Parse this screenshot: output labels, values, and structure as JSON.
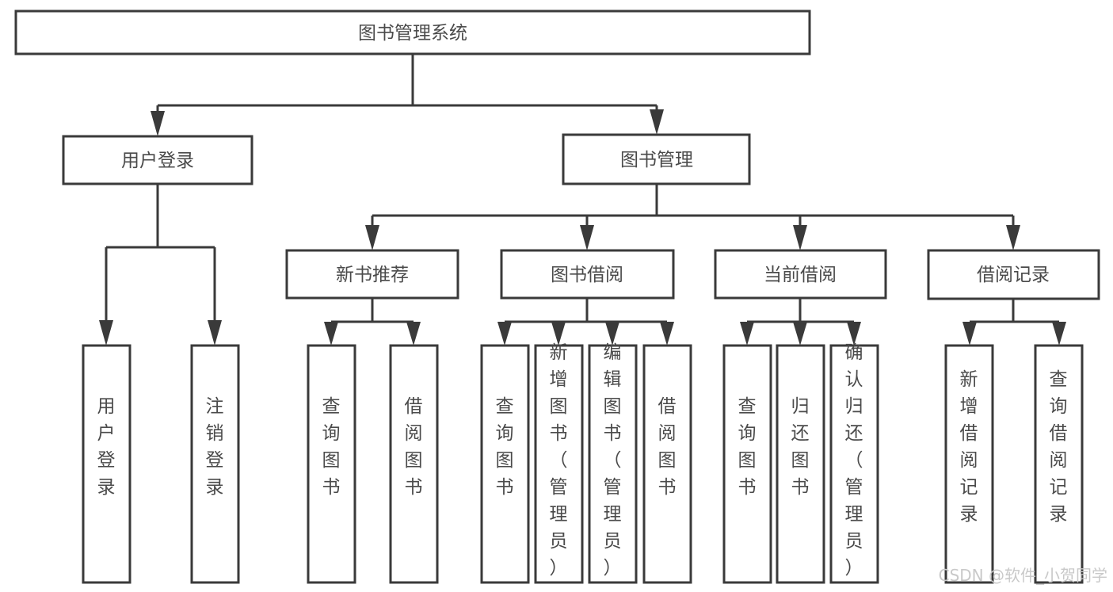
{
  "diagram": {
    "type": "tree-hierarchy-chart",
    "title": "图书管理系统",
    "root": {
      "id": "root",
      "label": "图书管理系统"
    },
    "level1": [
      {
        "id": "user-login",
        "label": "用户登录"
      },
      {
        "id": "book-management",
        "label": "图书管理"
      }
    ],
    "level2": [
      {
        "id": "new-book-recommend",
        "label": "新书推荐",
        "parent": "book-management"
      },
      {
        "id": "book-borrow",
        "label": "图书借阅",
        "parent": "book-management"
      },
      {
        "id": "current-borrow",
        "label": "当前借阅",
        "parent": "book-management"
      },
      {
        "id": "borrow-record",
        "label": "借阅记录",
        "parent": "book-management"
      }
    ],
    "leaves": {
      "user-login": [
        {
          "id": "leaf-user-login",
          "label": "用户登录"
        },
        {
          "id": "leaf-logout-login",
          "label": "注销登录"
        }
      ],
      "new-book-recommend": [
        {
          "id": "leaf-query-book-1",
          "label": "查询图书"
        },
        {
          "id": "leaf-borrow-book-1",
          "label": "借阅图书"
        }
      ],
      "book-borrow": [
        {
          "id": "leaf-query-book-2",
          "label": "查询图书"
        },
        {
          "id": "leaf-add-book",
          "label": "新增图书（管理员）"
        },
        {
          "id": "leaf-edit-book",
          "label": "编辑图书（管理员）"
        },
        {
          "id": "leaf-borrow-book-2",
          "label": "借阅图书"
        }
      ],
      "current-borrow": [
        {
          "id": "leaf-query-book-3",
          "label": "查询图书"
        },
        {
          "id": "leaf-return-book",
          "label": "归还图书"
        },
        {
          "id": "leaf-confirm-return",
          "label": "确认归还（管理员）"
        }
      ],
      "borrow-record": [
        {
          "id": "leaf-add-record",
          "label": "新增借阅记录"
        },
        {
          "id": "leaf-query-record",
          "label": "查询借阅记录"
        }
      ]
    },
    "watermark": "CSDN @软件_小贺同学",
    "colors": {
      "box_stroke": "#3a3a3a",
      "box_fill": "#ffffff",
      "text": "#4a4a4a",
      "connector": "#3a3a3a",
      "watermark": "#c9c9c9",
      "background": "#ffffff"
    }
  }
}
